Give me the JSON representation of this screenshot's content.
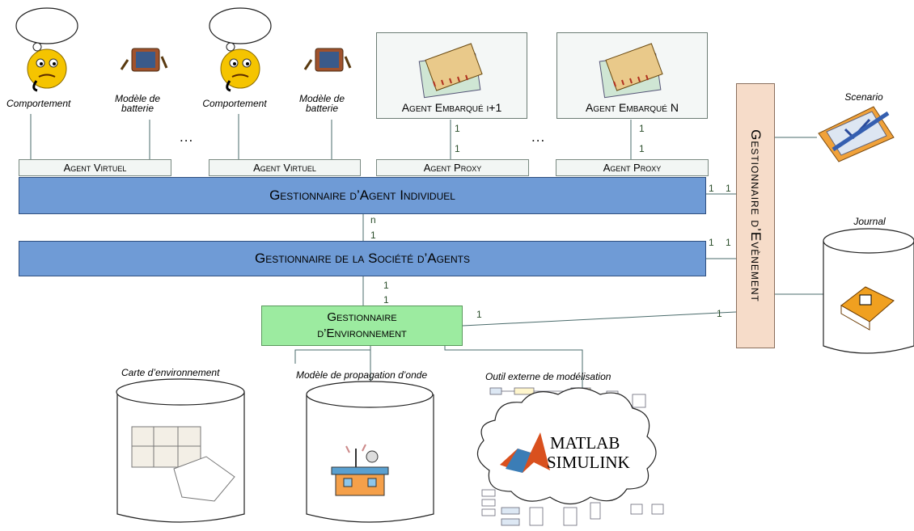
{
  "agents_top": {
    "comportement_1": "Comportement",
    "batterie_1": "Modèle de batterie",
    "comportement_2": "Comportement",
    "batterie_2": "Modèle de batterie",
    "agent_virtuel_1": "Agent Virtuel",
    "agent_virtuel_2": "Agent Virtuel",
    "agent_proxy_1": "Agent Proxy",
    "agent_proxy_2": "Agent Proxy",
    "embarque_1": "Agent Embarqué i+1",
    "embarque_2": "Agent Embarqué N",
    "dots_left": "...",
    "dots_right": "..."
  },
  "managers": {
    "individuel": "Gestionnaire d’Agent Individuel",
    "societe": "Gestionnaire de la Société d’Agents",
    "environnement_line1": "Gestionnaire",
    "environnement_line2": "d’Environnement",
    "evenement": "Gestionnaire d’Evènement"
  },
  "right": {
    "scenario": "Scenario",
    "journal": "Journal"
  },
  "bottom": {
    "carte": "Carte d’environnement",
    "propagation": "Modèle de propagation d’onde",
    "outil": "Outil externe de modélisation",
    "matlab": "MATLAB",
    "simulink": "SIMULINK"
  },
  "multiplicities": {
    "emb1_top": "1",
    "emb1_bottom": "1",
    "emb2_top": "1",
    "emb2_bottom": "1",
    "indiv_evt_a": "1",
    "indiv_evt_b": "1",
    "soc_evt_a": "1",
    "soc_evt_b": "1",
    "indiv_soc_n": "n",
    "indiv_soc_1": "1",
    "soc_env_a": "1",
    "soc_env_b": "1",
    "env_evt_a": "1",
    "env_evt_b": "1"
  }
}
